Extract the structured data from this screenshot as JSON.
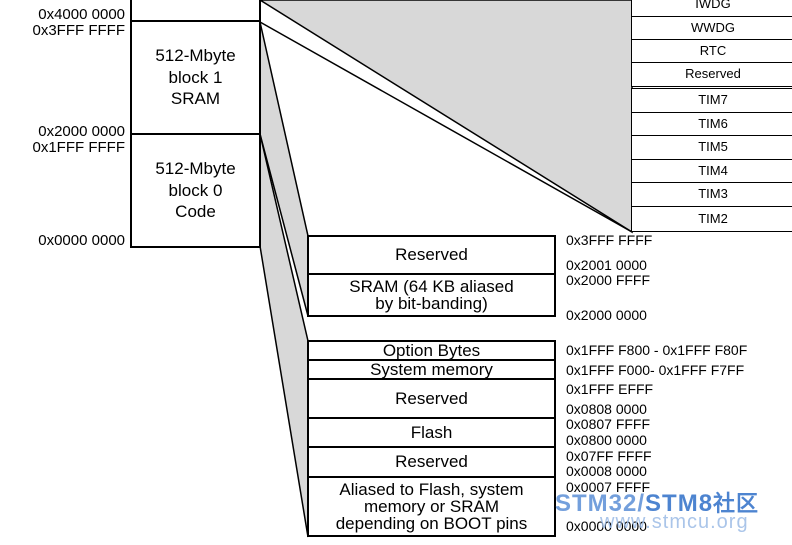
{
  "memory_map": {
    "left_addresses": [
      "0x4000 0000",
      "0x3FFF FFFF",
      "0x2000 0000",
      "0x1FFF FFFF",
      "0x0000 0000"
    ],
    "blocks": [
      {
        "label": "512-Mbyte\nblock 1\nSRAM"
      },
      {
        "label": "512-Mbyte\nblock 0\nCode"
      }
    ],
    "peripherals": [
      "IWDG",
      "WWDG",
      "RTC",
      "Reserved",
      "TIM7",
      "TIM6",
      "TIM5",
      "TIM4",
      "TIM3",
      "TIM2"
    ],
    "sram_regions": [
      {
        "label": "Reserved"
      },
      {
        "label": "SRAM (64 KB aliased\nby bit-banding)"
      }
    ],
    "sram_addresses": [
      "0x3FFF FFFF",
      "0x2001 0000",
      "0x2000 FFFF",
      "0x2000 0000"
    ],
    "code_regions": [
      {
        "label": "Option Bytes"
      },
      {
        "label": "System memory"
      },
      {
        "label": "Reserved"
      },
      {
        "label": "Flash"
      },
      {
        "label": "Reserved"
      },
      {
        "label": "Aliased to Flash, system\nmemory or SRAM\ndepending on BOOT pins"
      }
    ],
    "code_addresses": [
      "0x1FFF F800 - 0x1FFF F80F",
      "0x1FFF F000- 0x1FFF F7FF",
      "0x1FFF EFFF",
      "0x0808 0000",
      "0x0807 FFFF",
      "0x0800 0000",
      "0x07FF FFFF",
      "0x0008 0000",
      "0x0007 FFFF",
      "0x0000 0000"
    ]
  },
  "watermark": {
    "brand_a": "STM32",
    "slash": "/",
    "brand_b": "STM8",
    "suffix": "社区",
    "url": "www.stmcu.org",
    "color_a": "#5b8fd6",
    "color_b": "#2f6fc8"
  },
  "colors": {
    "connector_fill": "#d8d8d8",
    "line": "#000000"
  }
}
